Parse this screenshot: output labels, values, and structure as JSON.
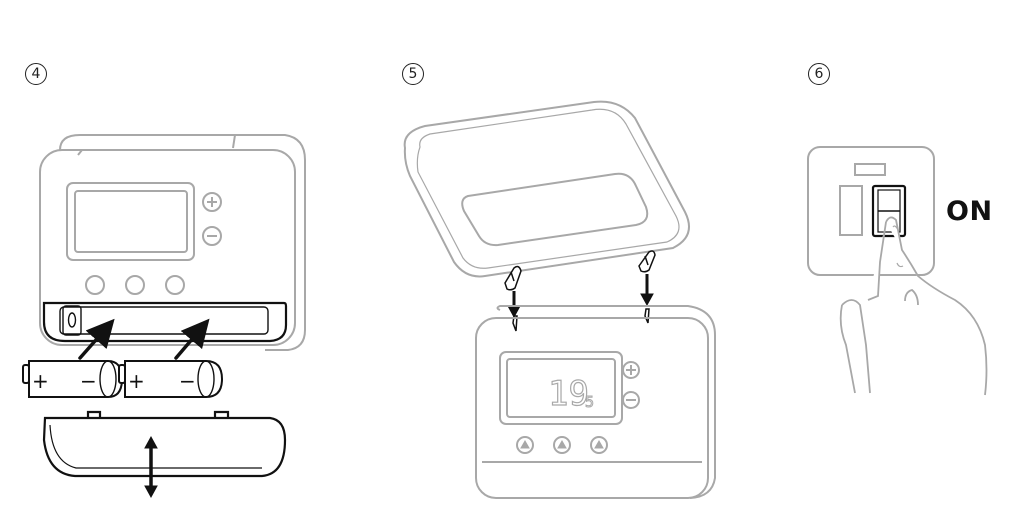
{
  "steps": [
    {
      "number": "4"
    },
    {
      "number": "5"
    },
    {
      "number": "6"
    }
  ],
  "step5_display": {
    "temp_main": "19",
    "temp_decimal": "5"
  },
  "battery": {
    "plus": "+",
    "minus": "−"
  },
  "step6_label": "ON",
  "colors": {
    "outline_light": "#a8a8a8",
    "outline_dark": "#111111",
    "arrow": "#111111"
  }
}
